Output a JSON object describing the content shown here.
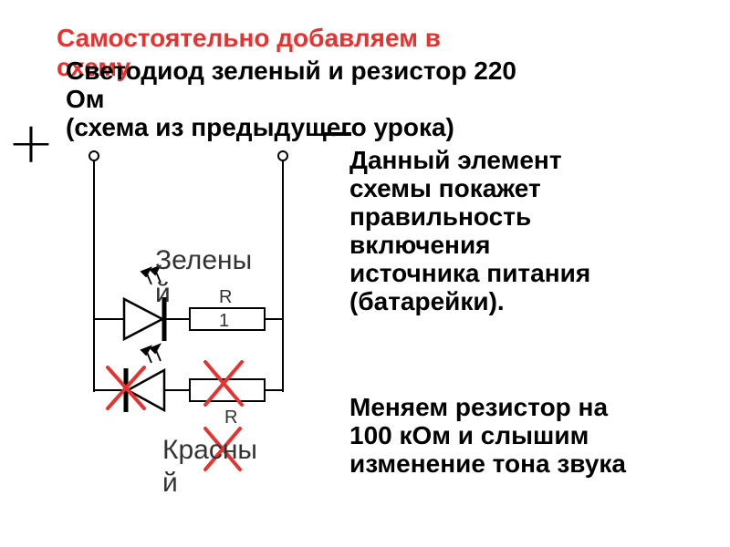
{
  "slide": {
    "red_title": [
      "Самостоятельно добавляем в",
      "схему"
    ],
    "heading": [
      "Светодиод зеленый и резистор 220",
      "Ом",
      "(схема из предыдущего урока)"
    ],
    "description": [
      "Данный элемент",
      "схемы  покажет",
      "правильность",
      "включения",
      "источника питания",
      "(батарейки)."
    ],
    "instruction": [
      "Меняем резистор на",
      "100 кОм и слышим",
      "изменение тона звука"
    ]
  },
  "diagram": {
    "plus_symbol": "+",
    "minus_symbol": "−",
    "green_label": [
      "Зелены",
      "й"
    ],
    "red_label": [
      "Красны",
      "й"
    ],
    "r1_label": [
      "R",
      "1"
    ],
    "r2_label": "R",
    "colors": {
      "cross": "#e8322f",
      "wire": "#000000"
    }
  }
}
